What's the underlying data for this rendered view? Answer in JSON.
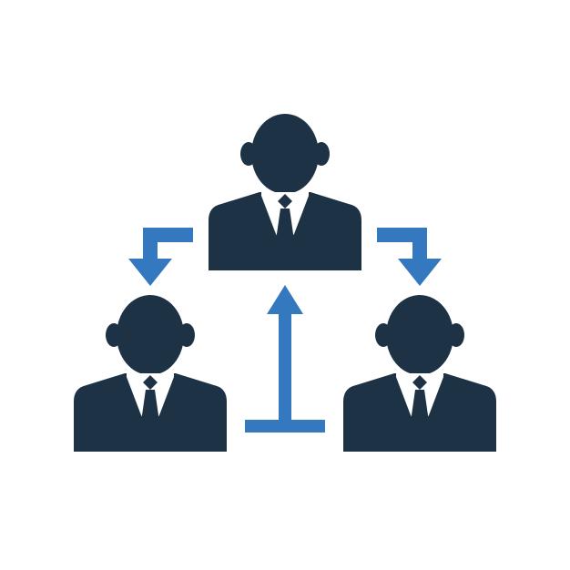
{
  "icon": {
    "name": "team-hierarchy-icon",
    "people": [
      {
        "role": "leader",
        "icon": "businessman-icon"
      },
      {
        "role": "member-left",
        "icon": "businessman-icon"
      },
      {
        "role": "member-right",
        "icon": "businessman-icon"
      }
    ],
    "arrows": [
      {
        "direction": "down-left",
        "icon": "elbow-arrow-down-icon"
      },
      {
        "direction": "down-right",
        "icon": "elbow-arrow-down-icon"
      },
      {
        "direction": "up",
        "icon": "t-arrow-up-icon"
      }
    ]
  },
  "colors": {
    "background": "#ffffff",
    "person": "#1e3246",
    "shirt": "#ffffff",
    "arrow": "#3479c0"
  }
}
